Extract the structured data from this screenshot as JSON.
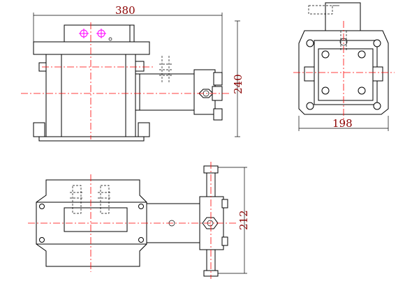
{
  "dimensions": {
    "front_width": "380",
    "front_height": "240",
    "side_width": "198",
    "top_height": "212"
  },
  "colors": {
    "outline": "#000000",
    "centerline": "#ff0000",
    "dimension_text": "#8b0000",
    "port_marks": "#ff00ff"
  }
}
